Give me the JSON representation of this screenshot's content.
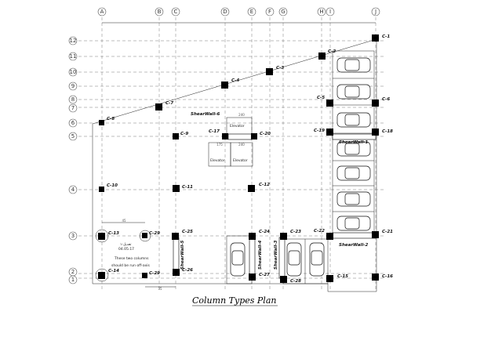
{
  "title": "Column Types Plan",
  "grid_letters": [
    "A",
    "B",
    "C",
    "D",
    "E",
    "F",
    "G",
    "H",
    "I",
    "J"
  ],
  "grid_numbers": [
    "12",
    "11",
    "10",
    "9",
    "8",
    "7",
    "6",
    "5",
    "4",
    "3",
    "2",
    "1"
  ],
  "columns": [
    "C-1",
    "C-2",
    "C-3",
    "C-4",
    "C-5",
    "C-6",
    "C-7",
    "C-8",
    "C-9",
    "C-10",
    "C-11",
    "C-12",
    "C-13",
    "C-14",
    "C-15",
    "C-16",
    "C-17",
    "C-18",
    "C-19",
    "C-20",
    "C-21",
    "C-22",
    "C-23",
    "C-24",
    "C-25",
    "C-26",
    "C-27",
    "C-28",
    "C-29",
    "C-29"
  ],
  "shear_walls": [
    "ShearWall-1",
    "ShearWall-2",
    "ShearWall-3",
    "ShearWall-4",
    "ShearWall-5",
    "ShearWall-6"
  ],
  "elevator_label": "Elevator",
  "note_lines": [
    "These two columns",
    "should be run off-axis"
  ],
  "note_tag": [
    "ﺗﻌﺪﻳﻞ-١",
    "04.05.17"
  ],
  "dims": [
    "240",
    "175",
    "240",
    "45",
    "35"
  ]
}
